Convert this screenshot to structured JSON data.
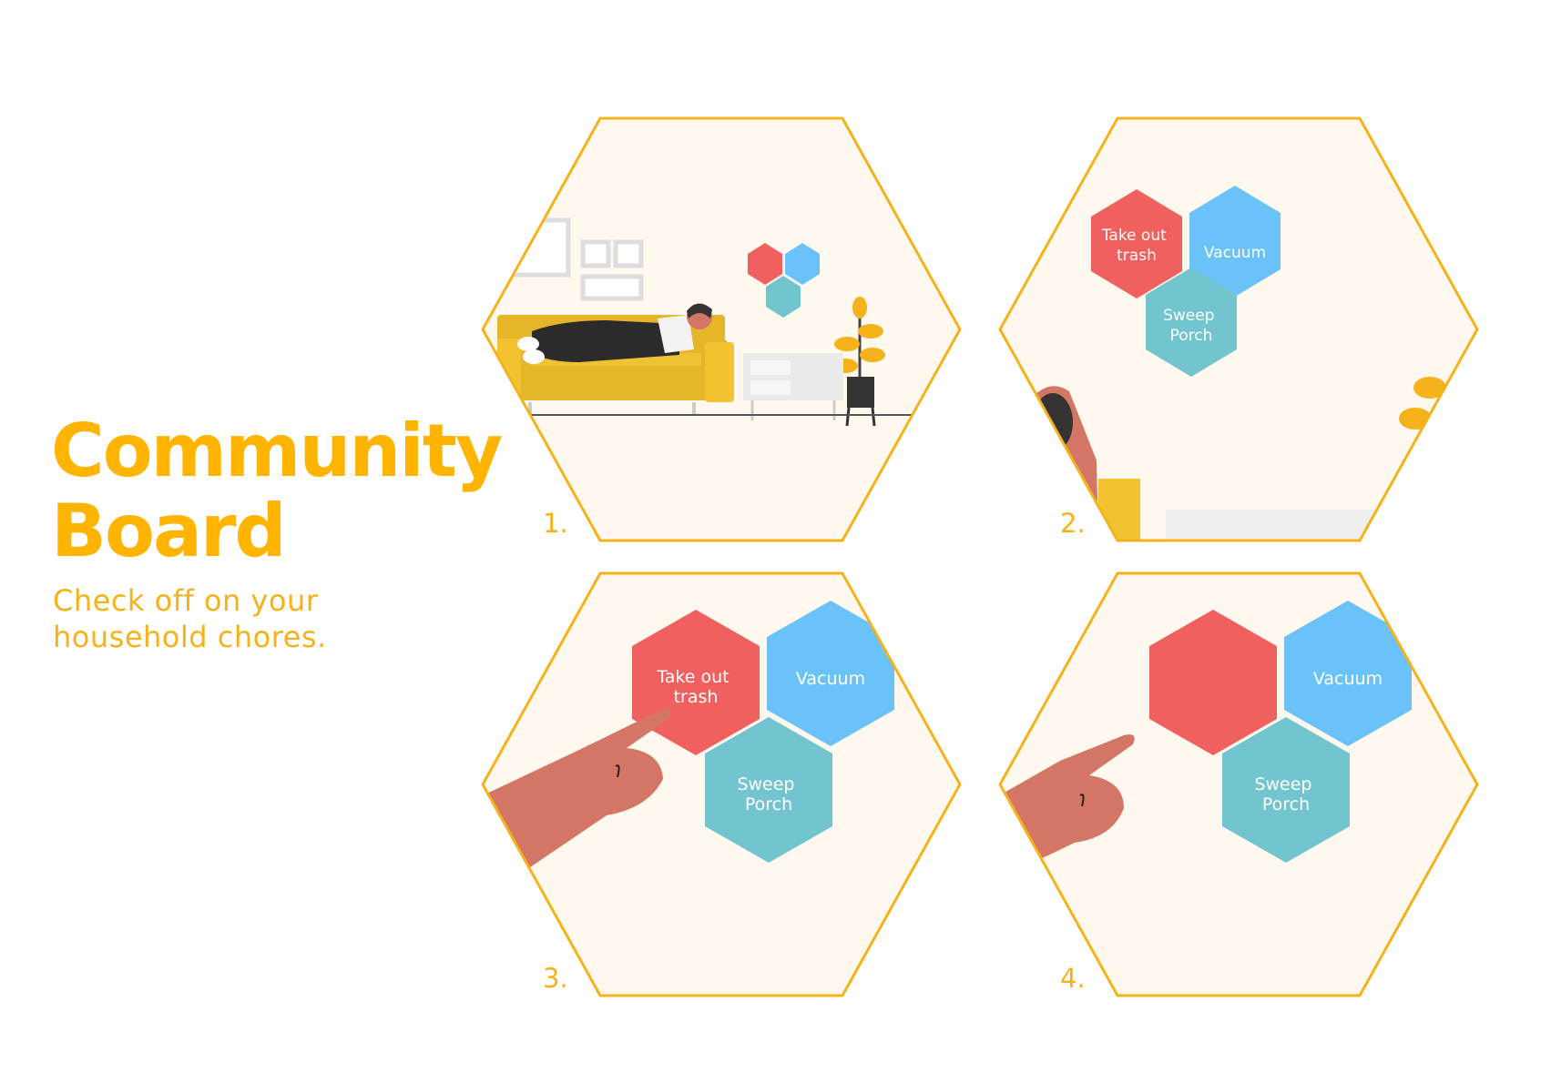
{
  "title": {
    "line1": "Community",
    "line2": "Board"
  },
  "subtitle": {
    "line1": "Check off on your",
    "line2": "household chores."
  },
  "colors": {
    "accent": "#FFB400",
    "trash": "#F0605F",
    "vacuum": "#6AC2F8",
    "porch": "#72C5CE",
    "panel_bg": "#FEF8EE",
    "skin": "#D47666"
  },
  "panels": [
    {
      "number": "1."
    },
    {
      "number": "2.",
      "chores": {
        "trash": "Take out trash",
        "vacuum": "Vacuum",
        "porch": "Sweep Porch"
      }
    },
    {
      "number": "3.",
      "chores": {
        "trash": "Take out trash",
        "vacuum": "Vacuum",
        "porch": "Sweep Porch"
      }
    },
    {
      "number": "4.",
      "chores": {
        "vacuum": "Vacuum",
        "porch": "Sweep Porch"
      }
    }
  ]
}
